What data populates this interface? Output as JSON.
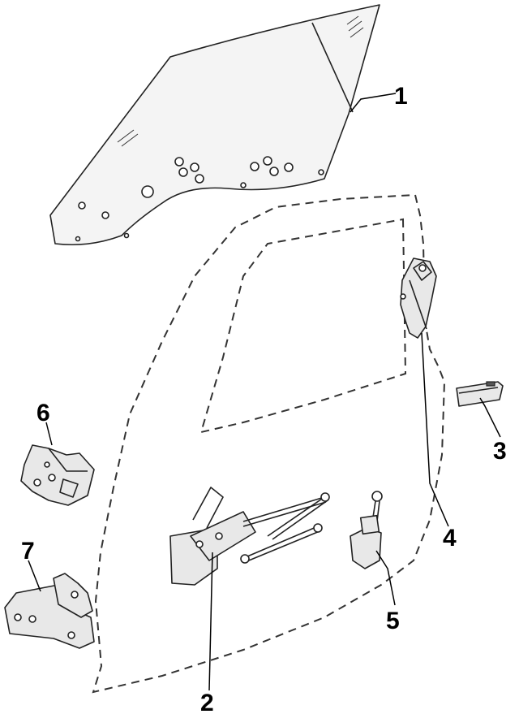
{
  "callouts": [
    {
      "id": "1",
      "part": "door-glass"
    },
    {
      "id": "2",
      "part": "window-regulator"
    },
    {
      "id": "3",
      "part": "outside-handle"
    },
    {
      "id": "4",
      "part": "door-latch"
    },
    {
      "id": "5",
      "part": "lock-actuator"
    },
    {
      "id": "6",
      "part": "upper-hinge"
    },
    {
      "id": "7",
      "part": "lower-hinge"
    }
  ],
  "colors": {
    "line": "#222222",
    "background": "#ffffff"
  }
}
